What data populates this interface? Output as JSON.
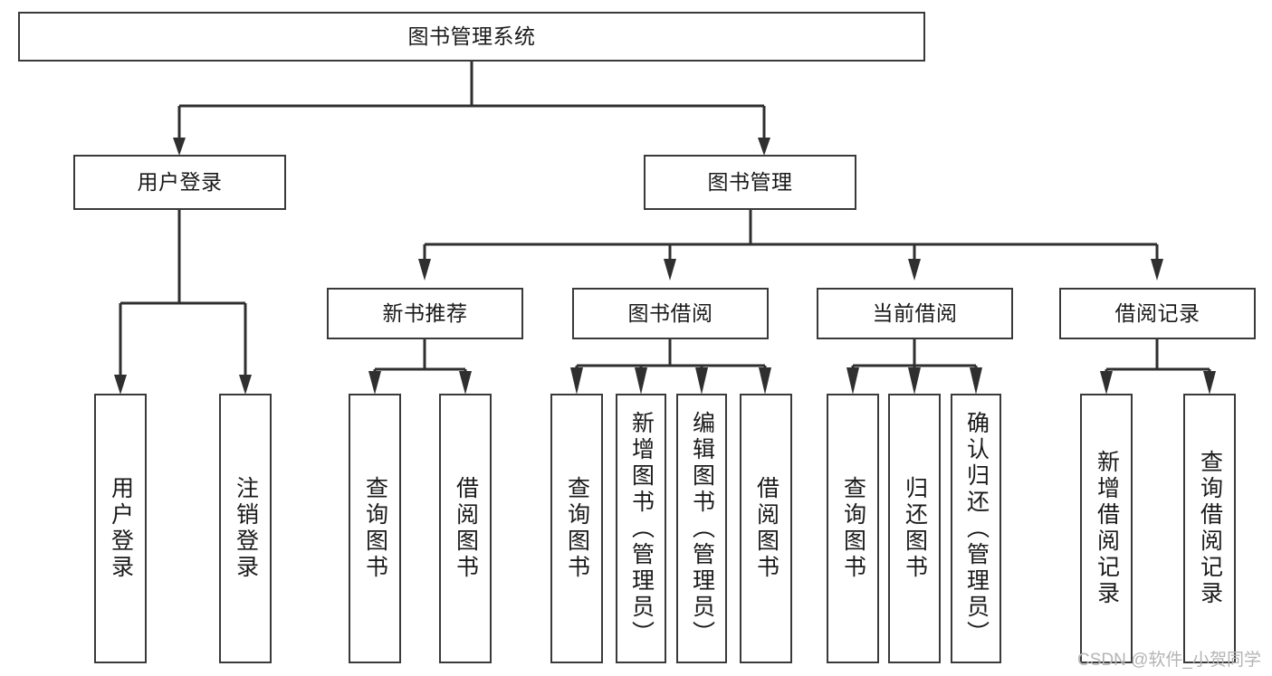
{
  "diagram": {
    "type": "tree-hierarchy",
    "title": "图书管理系统",
    "watermark": "CSDN @软件_小贺同学",
    "colors": {
      "box_border": "#3a3a3a",
      "box_fill": "#ffffff",
      "edge": "#2f2f2f",
      "text": "#1a1a1a",
      "watermark": "#b4b4b4"
    },
    "levels": {
      "root": "图书管理系统",
      "level2": [
        "用户登录",
        "图书管理"
      ],
      "level3": [
        "新书推荐",
        "图书借阅",
        "当前借阅",
        "借阅记录"
      ]
    },
    "nodes": {
      "root": {
        "label": "图书管理系统",
        "orientation": "horizontal"
      },
      "user_login": {
        "label": "用户登录",
        "orientation": "horizontal"
      },
      "book_manage": {
        "label": "图书管理",
        "orientation": "horizontal"
      },
      "new_book_rec": {
        "label": "新书推荐",
        "orientation": "horizontal"
      },
      "book_borrow": {
        "label": "图书借阅",
        "orientation": "horizontal"
      },
      "current_borrow": {
        "label": "当前借阅",
        "orientation": "horizontal"
      },
      "borrow_record": {
        "label": "借阅记录",
        "orientation": "horizontal"
      },
      "leaf_user_login": {
        "label": "用户登录",
        "orientation": "vertical"
      },
      "leaf_user_logout": {
        "label": "注销登录",
        "orientation": "vertical"
      },
      "leaf_rec_query": {
        "label": "查询图书",
        "orientation": "vertical"
      },
      "leaf_rec_borrow": {
        "label": "借阅图书",
        "orientation": "vertical"
      },
      "leaf_borrow_query": {
        "label": "查询图书",
        "orientation": "vertical"
      },
      "leaf_borrow_add": {
        "label": "新增图书（管理员）",
        "orientation": "vertical"
      },
      "leaf_borrow_edit": {
        "label": "编辑图书（管理员）",
        "orientation": "vertical"
      },
      "leaf_borrow_lend": {
        "label": "借阅图书",
        "orientation": "vertical"
      },
      "leaf_cur_query": {
        "label": "查询图书",
        "orientation": "vertical"
      },
      "leaf_cur_return": {
        "label": "归还图书",
        "orientation": "vertical"
      },
      "leaf_cur_confirm": {
        "label": "确认归还（管理员）",
        "orientation": "vertical"
      },
      "leaf_rec_add": {
        "label": "新增借阅记录",
        "orientation": "vertical"
      },
      "leaf_rec_query2": {
        "label": "查询借阅记录",
        "orientation": "vertical"
      }
    },
    "edges": [
      {
        "from": "root",
        "to": "user_login"
      },
      {
        "from": "root",
        "to": "book_manage"
      },
      {
        "from": "user_login",
        "to": "leaf_user_login"
      },
      {
        "from": "user_login",
        "to": "leaf_user_logout"
      },
      {
        "from": "book_manage",
        "to": "new_book_rec"
      },
      {
        "from": "book_manage",
        "to": "book_borrow"
      },
      {
        "from": "book_manage",
        "to": "current_borrow"
      },
      {
        "from": "book_manage",
        "to": "borrow_record"
      },
      {
        "from": "new_book_rec",
        "to": "leaf_rec_query"
      },
      {
        "from": "new_book_rec",
        "to": "leaf_rec_borrow"
      },
      {
        "from": "book_borrow",
        "to": "leaf_borrow_query"
      },
      {
        "from": "book_borrow",
        "to": "leaf_borrow_add"
      },
      {
        "from": "book_borrow",
        "to": "leaf_borrow_edit"
      },
      {
        "from": "book_borrow",
        "to": "leaf_borrow_lend"
      },
      {
        "from": "current_borrow",
        "to": "leaf_cur_query"
      },
      {
        "from": "current_borrow",
        "to": "leaf_cur_return"
      },
      {
        "from": "current_borrow",
        "to": "leaf_cur_confirm"
      },
      {
        "from": "borrow_record",
        "to": "leaf_rec_add"
      },
      {
        "from": "borrow_record",
        "to": "leaf_rec_query2"
      }
    ]
  }
}
